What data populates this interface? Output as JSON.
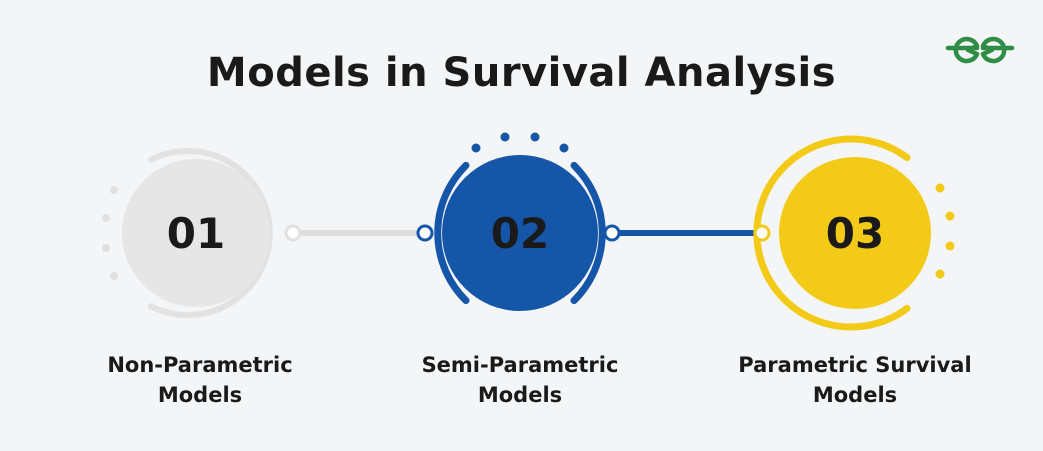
{
  "title": "Models in Survival Analysis",
  "logo": {
    "name": "geeksforgeeks-logo",
    "color": "#2f8d46"
  },
  "colors": {
    "gray_circle": "#e6e6e6",
    "gray_ring": "#e2e2e2",
    "blue_circle": "#1656a8",
    "blue_ring": "#1656a8",
    "yellow_circle": "#f2ca17",
    "yellow_ring": "#f2ca17",
    "background": "#f4f5f7"
  },
  "steps": [
    {
      "number": "01",
      "label_line1": "Non-Parametric",
      "label_line2": "Models"
    },
    {
      "number": "02",
      "label_line1": "Semi-Parametric",
      "label_line2": "Models"
    },
    {
      "number": "03",
      "label_line1": "Parametric Survival",
      "label_line2": "Models"
    }
  ]
}
